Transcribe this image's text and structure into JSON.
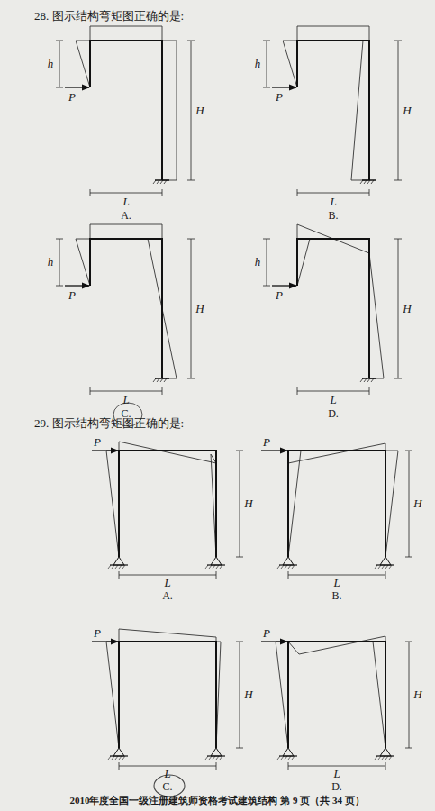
{
  "diagram": {
    "labels": [
      "28. 图示结构弯矩图正确的是:",
      "h",
      "P",
      "H",
      "L",
      "A.",
      "h",
      "P",
      "H",
      "L",
      "B.",
      "h",
      "P",
      "H",
      "L",
      "C.",
      "h",
      "P",
      "H",
      "L",
      "D.",
      "29. 图示结构弯矩图正确的是:",
      "P",
      "H",
      "L",
      "A.",
      "P",
      "H",
      "L",
      "B.",
      "P",
      "H",
      "L",
      "C.",
      "P",
      "H",
      "L",
      "D.",
      "2010年度全国一级注册建筑师资格考试建筑结构 第 9 页（共 34 页）"
    ]
  }
}
